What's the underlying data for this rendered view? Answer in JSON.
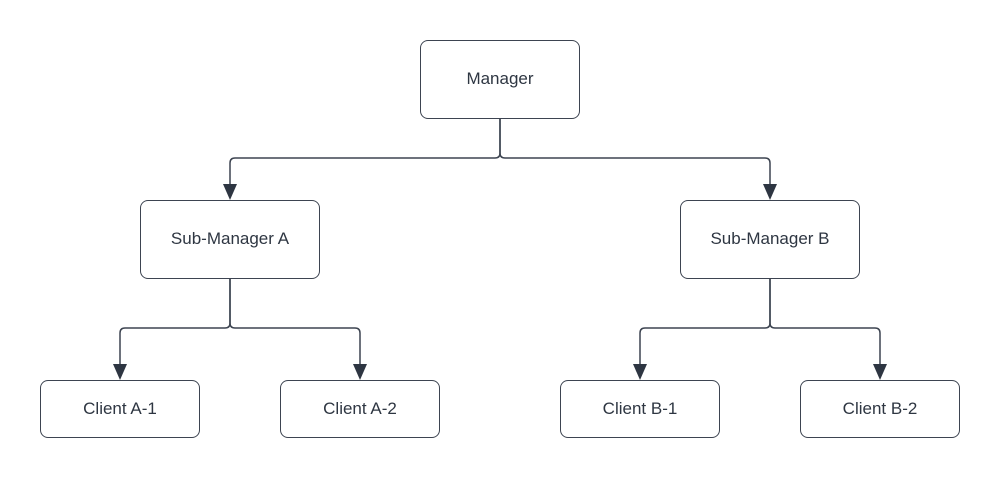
{
  "diagram": {
    "type": "org-chart",
    "nodes": {
      "manager": {
        "label": "Manager"
      },
      "sub_a": {
        "label": "Sub-Manager A"
      },
      "sub_b": {
        "label": "Sub-Manager B"
      },
      "client_a1": {
        "label": "Client A-1"
      },
      "client_a2": {
        "label": "Client A-2"
      },
      "client_b1": {
        "label": "Client B-1"
      },
      "client_b2": {
        "label": "Client B-2"
      }
    },
    "edges": [
      {
        "from": "Manager",
        "to": "Sub-Manager A"
      },
      {
        "from": "Manager",
        "to": "Sub-Manager B"
      },
      {
        "from": "Sub-Manager A",
        "to": "Client A-1"
      },
      {
        "from": "Sub-Manager A",
        "to": "Client A-2"
      },
      {
        "from": "Sub-Manager B",
        "to": "Client B-1"
      },
      {
        "from": "Sub-Manager B",
        "to": "Client B-2"
      }
    ],
    "colors": {
      "background": "#ffffff",
      "node_fill": "#ffffff",
      "node_border": "#3d4451",
      "line": "#3d4451",
      "arrow": "#2e3642",
      "text": "#2e3642"
    }
  }
}
